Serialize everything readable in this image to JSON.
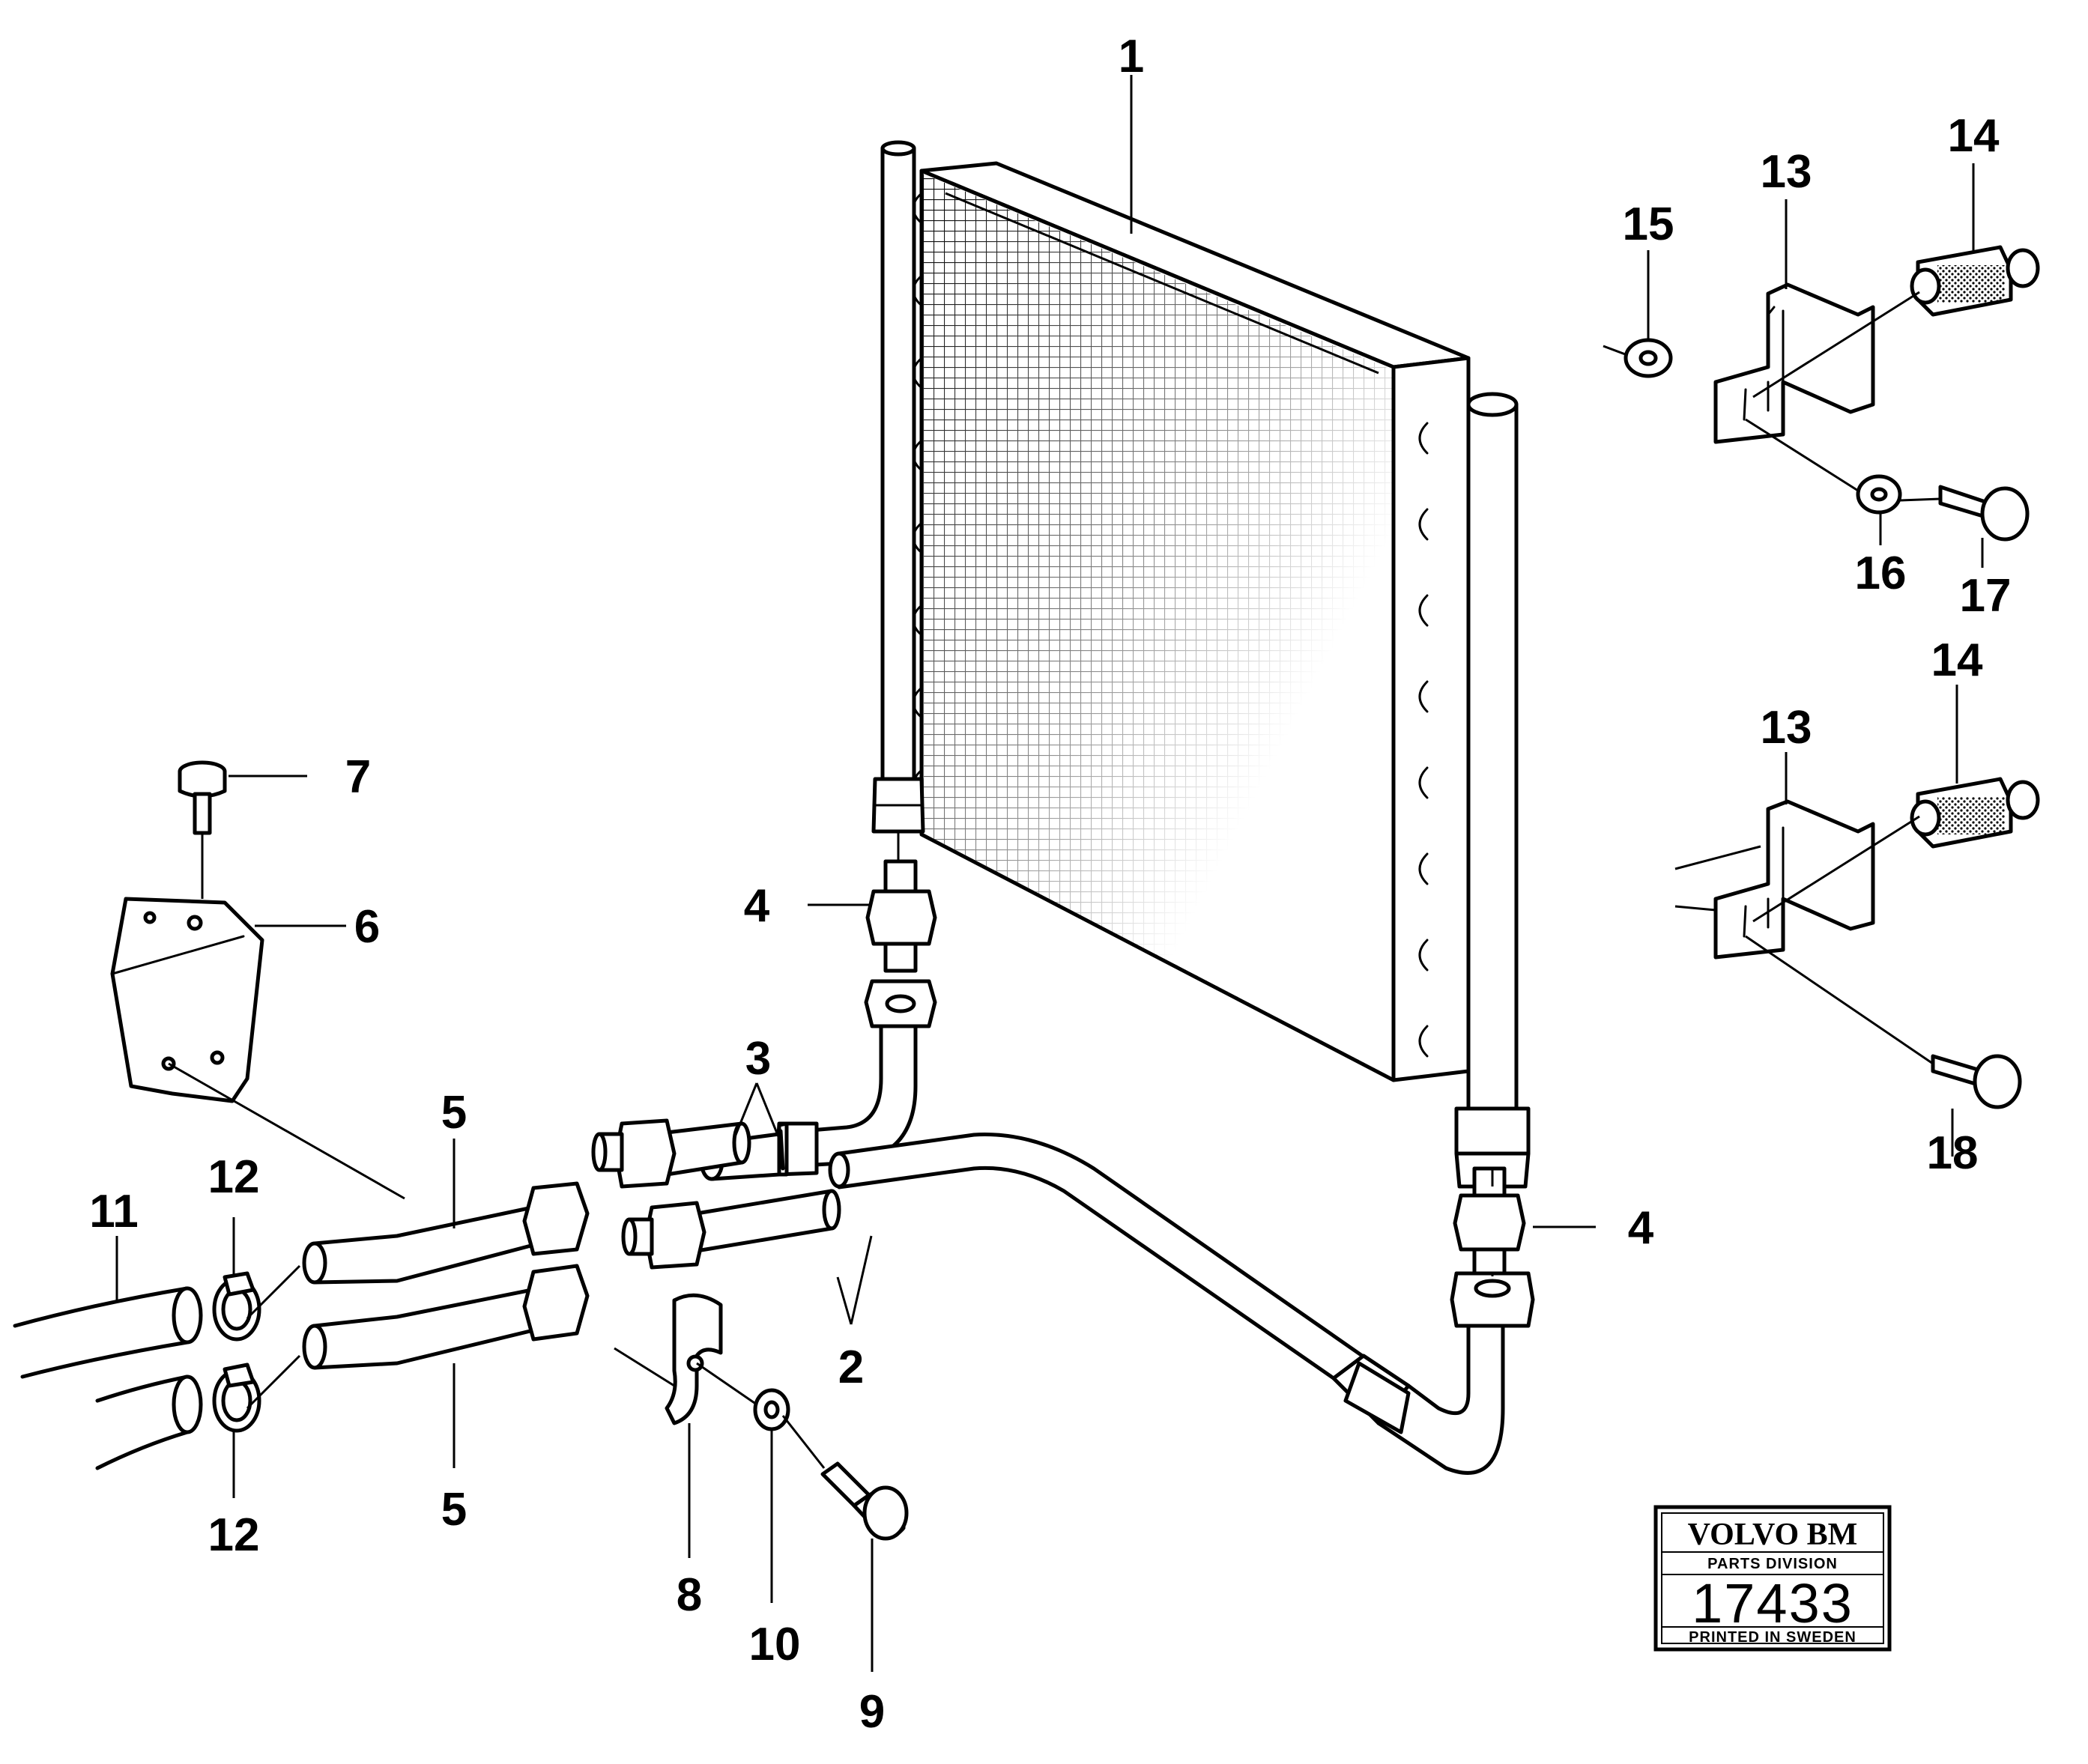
{
  "callouts": [
    {
      "id": "c1",
      "label": "1"
    },
    {
      "id": "c2",
      "label": "2"
    },
    {
      "id": "c3",
      "label": "3"
    },
    {
      "id": "c4a",
      "label": "4"
    },
    {
      "id": "c4b",
      "label": "4"
    },
    {
      "id": "c5a",
      "label": "5"
    },
    {
      "id": "c5b",
      "label": "5"
    },
    {
      "id": "c6",
      "label": "6"
    },
    {
      "id": "c7",
      "label": "7"
    },
    {
      "id": "c8",
      "label": "8"
    },
    {
      "id": "c9",
      "label": "9"
    },
    {
      "id": "c10",
      "label": "10"
    },
    {
      "id": "c11",
      "label": "11"
    },
    {
      "id": "c12a",
      "label": "12"
    },
    {
      "id": "c12b",
      "label": "12"
    },
    {
      "id": "c13a",
      "label": "13"
    },
    {
      "id": "c13b",
      "label": "13"
    },
    {
      "id": "c14a",
      "label": "14"
    },
    {
      "id": "c14b",
      "label": "14"
    },
    {
      "id": "c15",
      "label": "15"
    },
    {
      "id": "c16",
      "label": "16"
    },
    {
      "id": "c17",
      "label": "17"
    },
    {
      "id": "c18",
      "label": "18"
    }
  ],
  "stamp": {
    "brand": "VOLVO BM",
    "division": "PARTS DIVISION",
    "number": "17433",
    "footer": "PRINTED IN SWEDEN"
  }
}
